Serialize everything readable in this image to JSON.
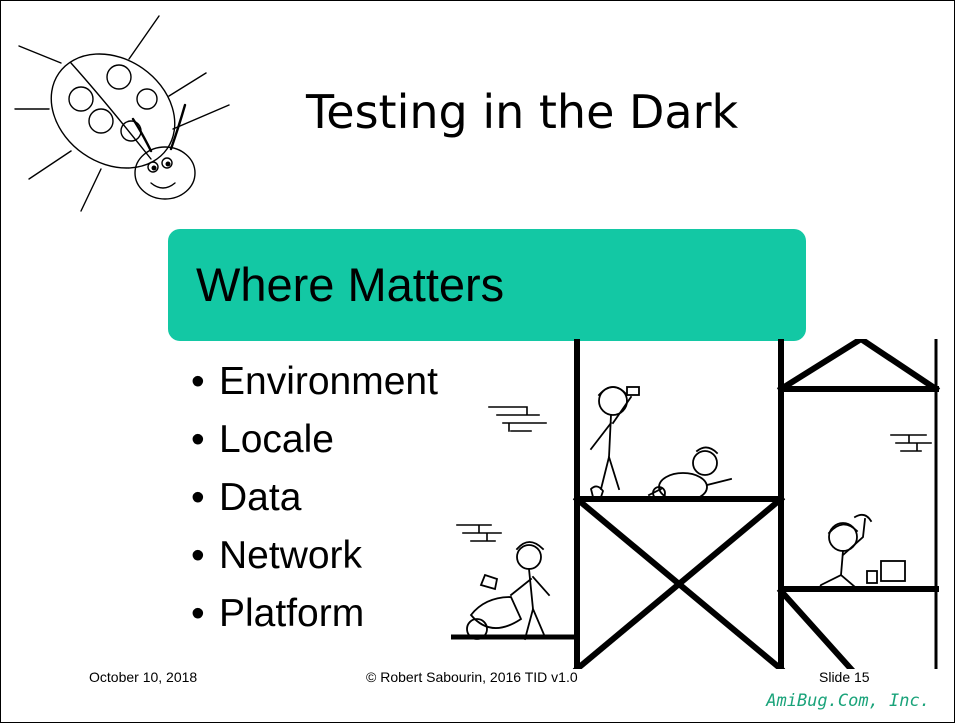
{
  "slide": {
    "title": "Testing in the Dark",
    "banner": "Where Matters",
    "bullets": [
      {
        "marker": "•",
        "text": "Environment"
      },
      {
        "marker": "•",
        "text": "Locale"
      },
      {
        "marker": "•",
        "text": "Data"
      },
      {
        "marker": "•",
        "text": "Network"
      },
      {
        "marker": "•",
        "text": "Platform"
      }
    ]
  },
  "footer": {
    "date": "October 10, 2018",
    "copyright": "© Robert Sabourin, 2016 TID v1.0",
    "slide_number": "Slide 15",
    "brand": "AmiBug.Com, Inc."
  },
  "colors": {
    "banner": "#13c8a4",
    "brand": "#1aa37a",
    "text": "#000000"
  },
  "icons": {
    "logo": "ladybug-icon",
    "illustration": "construction-scaffold-illustration"
  }
}
